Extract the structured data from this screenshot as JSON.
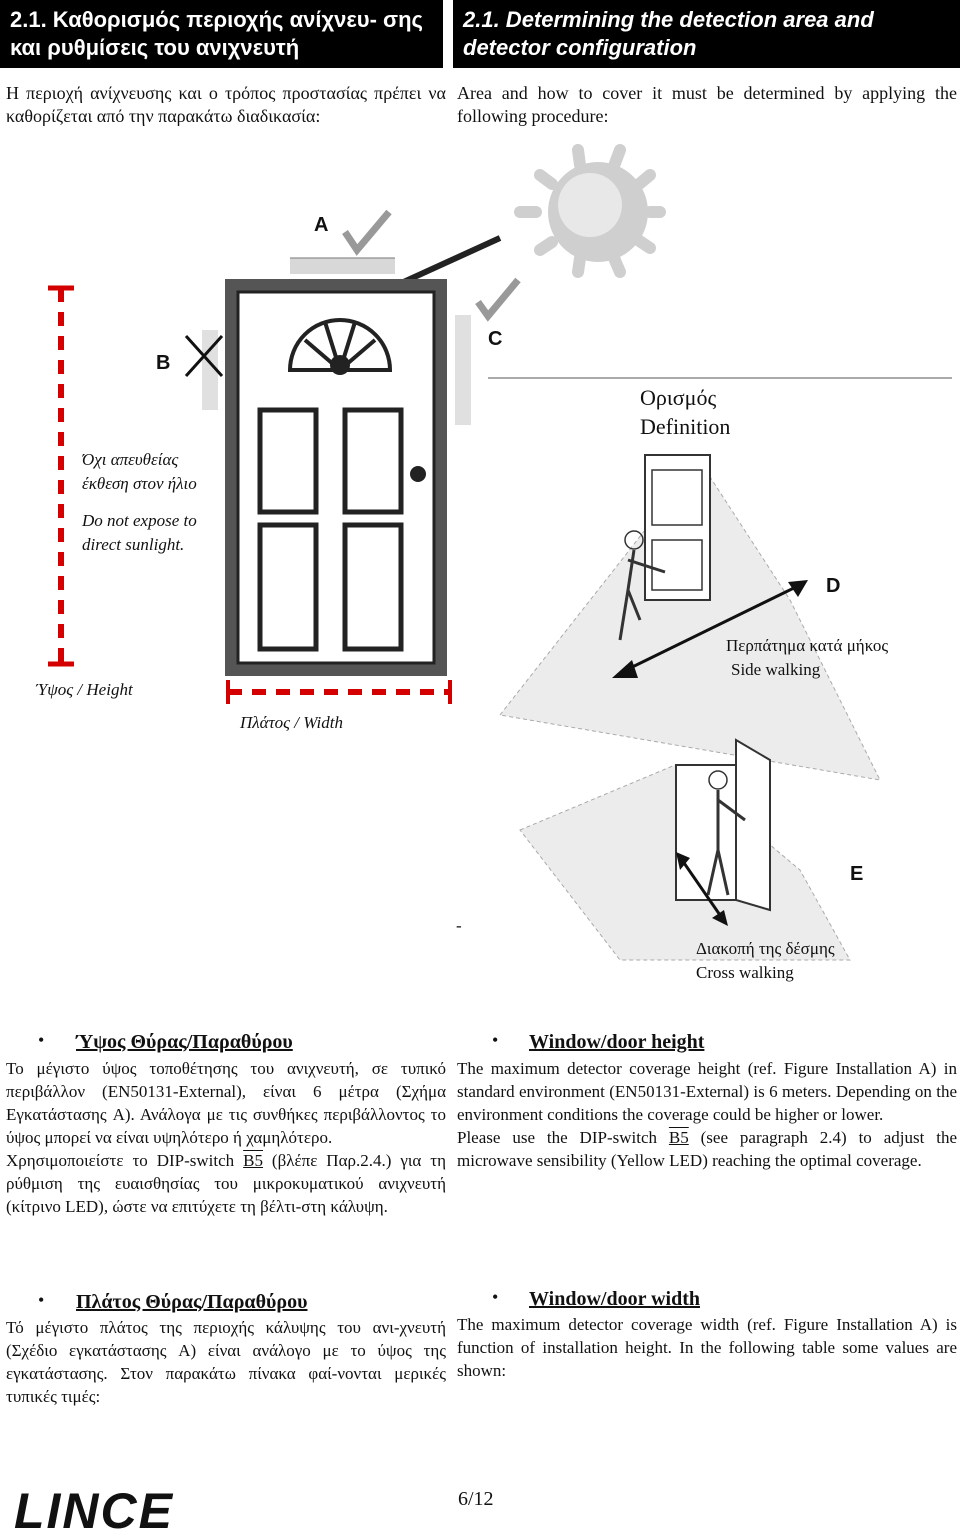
{
  "header": {
    "greek_title": "2.1. Καθορισμός περιοχής ανίχνευ- σης και ρυθμίσεις του ανιχνευτή",
    "english_title": "2.1. Determining the detection area and detector configuration"
  },
  "intro": {
    "greek": "Η περιοχή ανίχνευσης και ο τρόπος προστασίας πρέπει να καθορίζεται από την παρακάτω διαδικασία:",
    "english": "Area and how to cover it must be determined by applying the following procedure:"
  },
  "figure": {
    "letters": {
      "a": "A",
      "b": "B",
      "c": "C",
      "d": "D",
      "e": "E"
    },
    "no_sun_greek": "Όχι απευθείας έκθεση στον ήλιο",
    "no_sun_english": "Do not expose to direct sunlight.",
    "height_label": "Ύψος / Height",
    "width_label": "Πλάτος / Width",
    "definition_greek": "Ορισμός",
    "definition_english": "Definition",
    "side_walking_greek": "Περπάτημα κατά μήκος",
    "side_walking_english": "Side walking",
    "cross_walking_greek": "Διακοπή της δέσμης",
    "cross_walking_english": "Cross walking",
    "dash": "-"
  },
  "sections": {
    "height_greek_title": "Ύψος Θύρας/Παραθύρου",
    "height_greek_p1": "Το μέγιστο ύψος τοποθέτησης του ανιχνευτή, σε τυπικό περιβάλλον (EN50131-External), είναι 6 μέτρα (Σχήμα Εγκατάστασης A). Ανάλογα με τις συνθήκες περιβάλλοντος το ύψος μπορεί να είναι υψηλότερο ή χαμηλότερο.",
    "height_greek_p2a": "Χρησιμοποιείστε το DIP-switch ",
    "height_greek_p2_switch": "B5",
    "height_greek_p2b": " (βλέπε Παρ.2.4.) για τη ρύθμιση της ευαισθησίας του μικροκυματικού ανιχνευτή (κίτρινο LED), ώστε να επιτύχετε τη βέλτι-στη κάλυψη.",
    "height_english_title": "Window/door height",
    "height_english_p1": "The maximum detector coverage height (ref. Figure Installation A) in standard environment (EN50131-External) is 6 meters. Depending on the environment conditions the coverage could be higher or lower.",
    "height_english_p2a": "Please use the DIP-switch ",
    "height_english_p2_switch": "B5",
    "height_english_p2b": " (see paragraph 2.4) to adjust the microwave sensibility (Yellow LED) reaching the optimal coverage.",
    "width_greek_title": "Πλάτος Θύρας/Παραθύρου",
    "width_greek_p1": "Τό μέγιστο πλάτος της περιοχής κάλυψης του ανι-χνευτή (Σχέδιο εγκατάστασης A) είναι ανάλογο με το ύψος της εγκατάστασης. Στον παρακάτω πίνακα φαί-νονται μερικές τυπικές τιμές:",
    "width_english_title": "Window/door width",
    "width_english_p1": "The maximum detector coverage width (ref. Figure Installation A) is function of installation height. In the following table some values are shown:"
  },
  "footer": {
    "logo": "LINCE",
    "page": "6/12"
  }
}
